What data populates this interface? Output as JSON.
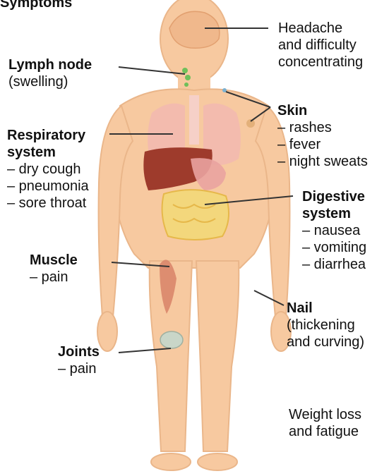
{
  "heading": "Symptoms",
  "labels": {
    "headache": {
      "line1": "Headache",
      "line2": "and difficulty",
      "line3": "concentrating"
    },
    "lymph": {
      "title": "Lymph node",
      "detail": "(swelling)"
    },
    "skin": {
      "title": "Skin",
      "items": [
        "– rashes",
        "– fever",
        "– night sweats"
      ]
    },
    "respiratory": {
      "title1": "Respiratory",
      "title2": "system",
      "items": [
        "– dry cough",
        "– pneumonia",
        "– sore throat"
      ]
    },
    "digestive": {
      "title1": "Digestive",
      "title2": "system",
      "items": [
        "– nausea",
        "– vomiting",
        "– diarrhea"
      ]
    },
    "muscle": {
      "title": "Muscle",
      "detail": "– pain"
    },
    "nail": {
      "title": "Nail",
      "line2": "(thickening",
      "line3": "and curving)"
    },
    "joints": {
      "title": "Joints",
      "detail": "– pain"
    },
    "weight": {
      "line1": "Weight loss",
      "line2": "and fatigue"
    }
  },
  "colors": {
    "skin": "#f7c9a0",
    "skin_edge": "#eab68a",
    "organ_lung": "#f2b8b0",
    "organ_liver": "#9e3b2c",
    "organ_intestine": "#f3d77c",
    "muscle": "#d9866a",
    "lymph": "#6fbf5a",
    "leader": "#333333"
  }
}
